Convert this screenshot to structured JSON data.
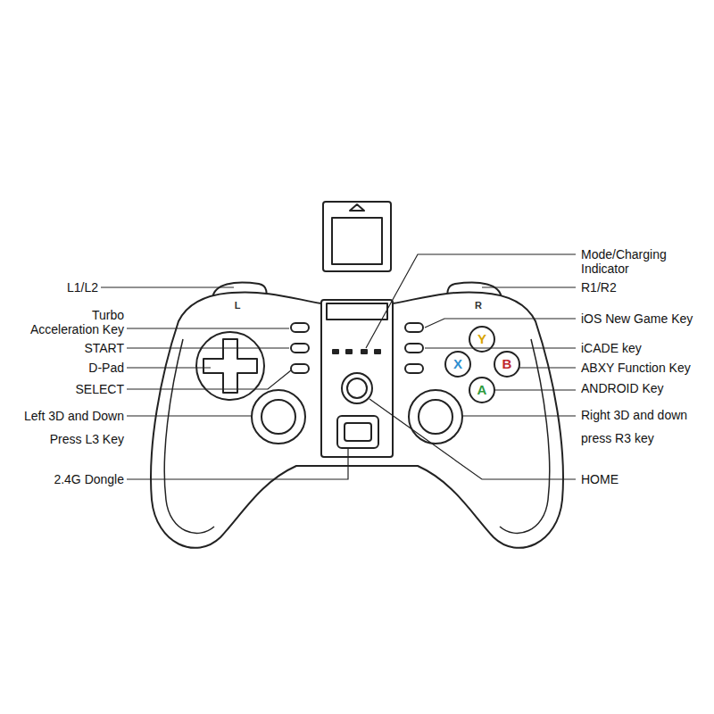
{
  "diagram": {
    "labels": [
      "L1/L2",
      "Turbo Acceleration Key",
      "START",
      "D-Pad",
      "SELECT",
      "Left 3D and Down",
      "Press L3 Key",
      "2.4G Dongle",
      "Mode/Charging Indicator",
      "R1/R2",
      "iOS New Game Key",
      "iCADE key",
      "ABXY Function Key",
      "ANDROID Key",
      "Right 3D and down",
      "press R3 key",
      "HOME",
      "L",
      "R",
      "Y",
      "X",
      "B",
      "A"
    ]
  }
}
